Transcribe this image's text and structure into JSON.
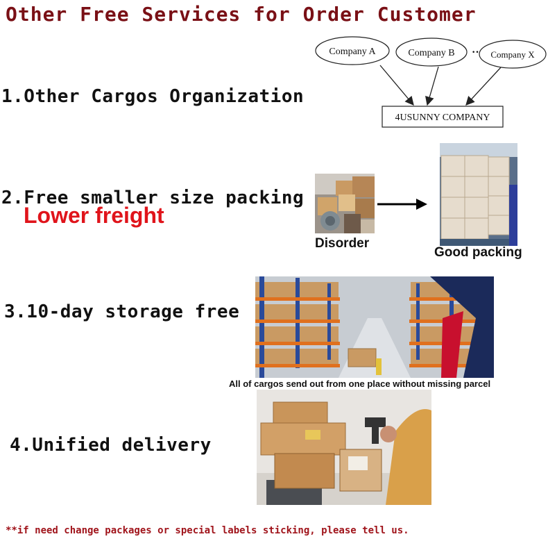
{
  "title": "Other Free Services for Order Customer",
  "sections": [
    {
      "label": "1.Other Cargos Organization"
    },
    {
      "label": "2.Free smaller size packing",
      "note": "Lower freight"
    },
    {
      "label": "3.10-day storage free"
    },
    {
      "label": "4.Unified delivery"
    }
  ],
  "diagram": {
    "companies": [
      "Company A",
      "Company B",
      "Company X"
    ],
    "ellipsis": "···",
    "target": "4USUNNY COMPANY"
  },
  "packing": {
    "before_label": "Disorder",
    "after_label": "Good packing"
  },
  "storage": {
    "caption": "All of cargos send out from one place without missing parcel"
  },
  "footnote": "**if need change packages or special labels sticking, please tell us.",
  "colors": {
    "title": "#7a1016",
    "note": "#e0141b",
    "footnote": "#a0141b",
    "rack_orange": "#e0701e",
    "rack_blue": "#2a4a9a",
    "carton": "#c99a63"
  }
}
